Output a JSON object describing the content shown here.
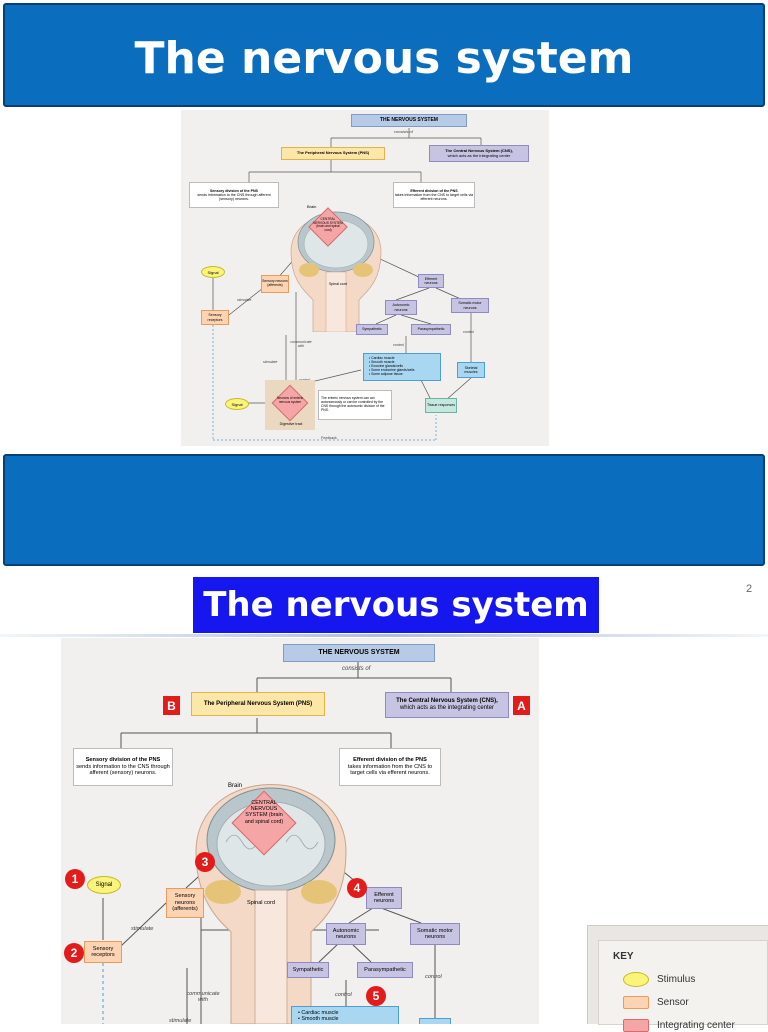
{
  "slide1": {
    "title": "The nervous system",
    "diagram": {
      "top_box": "THE NERVOUS SYSTEM",
      "consists_of": "consists of",
      "pns": "The Peripheral Nervous System (PNS)",
      "cns_line1": "The Central Nervous System (CNS),",
      "cns_line2": "which acts as the integrating center",
      "sensory_title": "Sensory division of the PNS",
      "sensory_text": "sends information to the CNS through afferent (sensory) neurons.",
      "efferent_title": "Efferent division of the PNS",
      "efferent_text": "takes information from the CNS to target cells via efferent neurons.",
      "brain": "Brain",
      "cns_center": "CENTRAL NERVOUS SYSTEM (brain and spinal cord)",
      "spinal_cord": "Spinal cord",
      "signal": "Signal",
      "sensory_receptors": "Sensory receptors",
      "sensory_neurons": "Sensory neurons (afferents)",
      "efferent_neurons": "Efferent neurons",
      "autonomic": "Autonomic neurons",
      "somatic": "Somatic motor neurons",
      "sympathetic": "Sympathetic",
      "parasympathetic": "Parasympathetic",
      "stimulate": "stimulate",
      "communicate_with": "communicate with",
      "control": "control",
      "targets": "• Cardiac muscle\n• Smooth muscle\n• Exocrine glands/cells\n• Some endocrine glands/cells\n• Some adipose tissue",
      "skeletal": "Skeletal muscles",
      "enteric_neurons": "Neurons of enteric nervous system",
      "digestive": "Digestive tract",
      "enteric_text": "The enteric nervous system can act autonomously or can be controlled by the CNS through the autonomic division of the PNS.",
      "tissue": "Tissue responses",
      "feedback": "Feedback"
    }
  },
  "slide2": {
    "page_number": "2",
    "title": "The nervous system",
    "markers": {
      "a": "A",
      "b": "B",
      "n1": "1",
      "n2": "2",
      "n3": "3",
      "n4": "4",
      "n5": "5"
    },
    "diagram": {
      "top_box": "THE NERVOUS SYSTEM",
      "consists_of": "consists of",
      "pns": "The Peripheral Nervous System (PNS)",
      "cns_line1": "The Central Nervous System (CNS),",
      "cns_line2": "which acts as the integrating center",
      "sensory_title": "Sensory division of the PNS",
      "sensory_text": "sends information to the CNS through afferent (sensory) neurons.",
      "efferent_title": "Efferent division of the PNS",
      "efferent_text": "takes information from the CNS to target cells via efferent neurons.",
      "brain": "Brain",
      "cns_center": "CENTRAL NERVOUS SYSTEM (brain and spinal cord)",
      "spinal_cord": "Spinal cord",
      "signal": "Signal",
      "sensory_receptors": "Sensory receptors",
      "sensory_neurons": "Sensory neurons (afferents)",
      "efferent_neurons": "Efferent neurons",
      "autonomic": "Autonomic neurons",
      "somatic": "Somatic motor neurons",
      "sympathetic": "Sympathetic",
      "parasympathetic": "Parasympathetic",
      "stimulate": "stimulate",
      "communicate_with": "communicate with",
      "control": "control",
      "stimulate_low": "stimulate",
      "targets_line1": "• Cardiac muscle",
      "targets_line2": "• Smooth muscle"
    },
    "key": {
      "title": "KEY",
      "items": [
        "Stimulus",
        "Sensor",
        "Integrating center"
      ]
    }
  },
  "colors": {
    "banner": "#0a6dbd",
    "slide2_title": "#1616ee",
    "marker": "#e21b1b"
  }
}
